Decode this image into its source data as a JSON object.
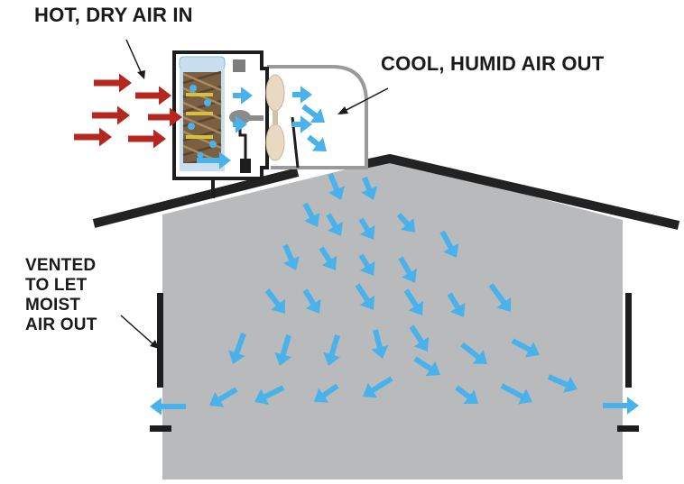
{
  "labels": {
    "hot_dry_air_in": "HOT, DRY AIR IN",
    "cool_humid_air_out": "COOL, HUMID AIR OUT",
    "vented": "VENTED\nTO LET\nMOIST\nAIR OUT"
  },
  "colors": {
    "hot_air": "#b4281f",
    "cool_air": "#4ab2ea",
    "building_interior": "#b9babc",
    "roof": "#222222",
    "outline": "#1d1d1d",
    "pad_water": "#c7dff0",
    "pad_media": "#7a6040",
    "pad_stripe": "#d6c043",
    "fan": "#e9d8c2",
    "duct_outline": "#9a9a9a",
    "text": "#1a1a1a"
  },
  "icons": {
    "hot_air_arrow": "hot-air-arrow-icon",
    "cool_air_arrow": "cool-air-arrow-icon",
    "fan": "fan-blade-icon",
    "pump": "pump-icon",
    "pad": "evaporative-pad-icon"
  }
}
